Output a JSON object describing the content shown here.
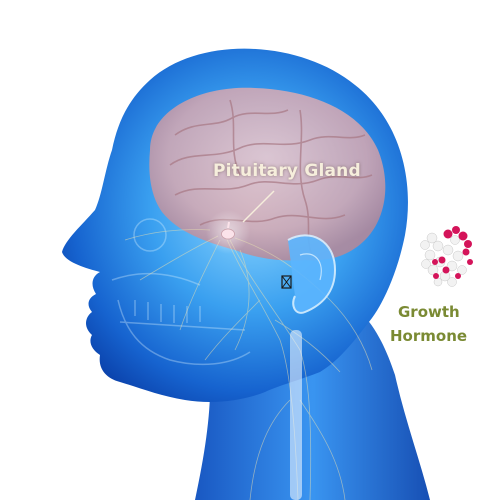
{
  "labels": {
    "pituitary": "Pituitary Gland",
    "hormone_line1": "Growth",
    "hormone_line2": "Hormone"
  },
  "colors": {
    "skin_light": "#7fd0ff",
    "skin_mid": "#1f86e6",
    "skin_dark": "#0a3fa8",
    "brain": "#d9aab2",
    "nerves": "#e8dfb0",
    "pituitary_text": "#f6eedc",
    "hormone_text": "#7a8a33",
    "protein_pink": "#d4145a",
    "protein_white": "#f2f2f2"
  },
  "icons": {
    "head": "head-silhouette-icon",
    "brain": "brain-icon",
    "skull": "skull-icon",
    "pituitary": "pituitary-gland-icon",
    "ear": "ear-icon",
    "protein": "growth-hormone-protein-icon"
  }
}
